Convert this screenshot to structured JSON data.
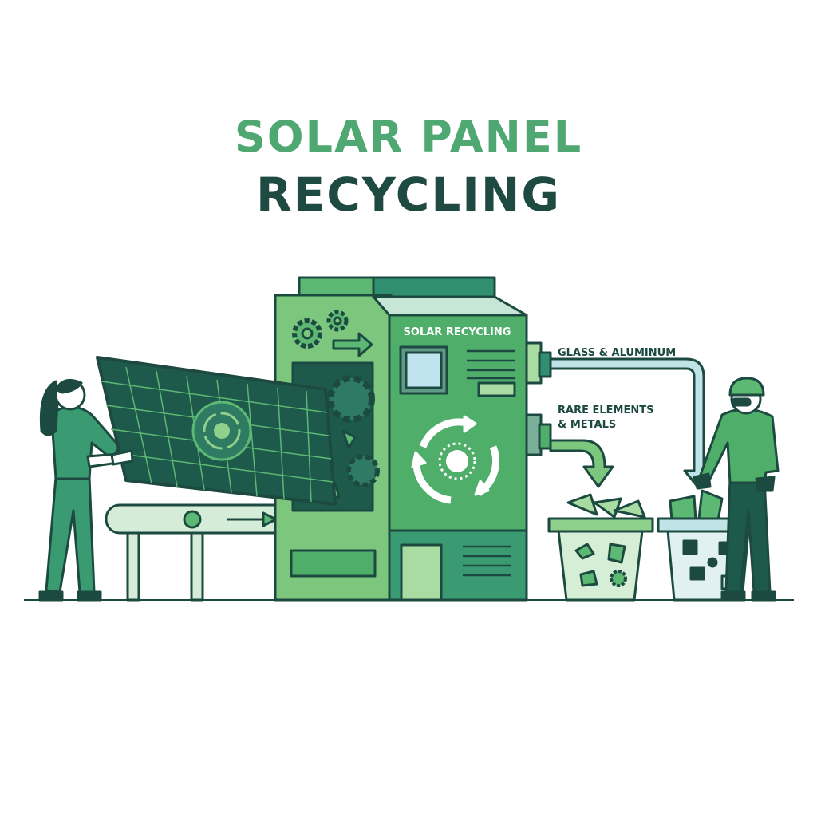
{
  "title": {
    "line1": "SOLAR PANEL",
    "line2": "RECYCLING"
  },
  "machine": {
    "label": "SOLAR RECYCLING"
  },
  "outputs": [
    {
      "label": "GLASS & ALUMINUM"
    },
    {
      "label_line1": "RARE ELEMENTS",
      "label_line2": "& METALS"
    }
  ],
  "colors": {
    "title_light": "#4fa872",
    "title_dark": "#1e4a42",
    "machine_green": "#4fae6a",
    "outline": "#1d4a40",
    "pipe_blue": "#bfe3e6"
  }
}
